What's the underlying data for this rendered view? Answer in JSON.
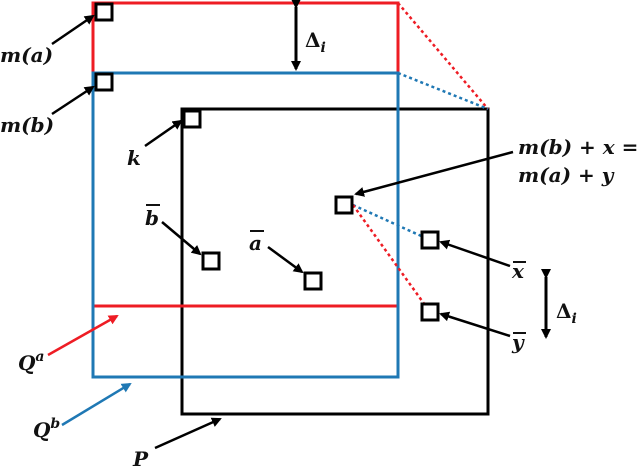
{
  "labels": {
    "ma_func": "m",
    "ma_arg": "a",
    "mb_func": "m",
    "mb_arg": "b",
    "delta": "Δ",
    "delta_sub": "i",
    "k": "k",
    "b_bar": "b",
    "a_bar": "a",
    "x_bar": "x",
    "y_bar": "y",
    "qa": "Q",
    "qa_sup": "a",
    "qb": "Q",
    "qb_sup": "b",
    "p": "P",
    "eq_line1": "m(b) + x =",
    "eq_line2": "m(a) + y"
  },
  "colors": {
    "red": "#ee1c24",
    "blue": "#1f78b4",
    "black": "#000000"
  }
}
